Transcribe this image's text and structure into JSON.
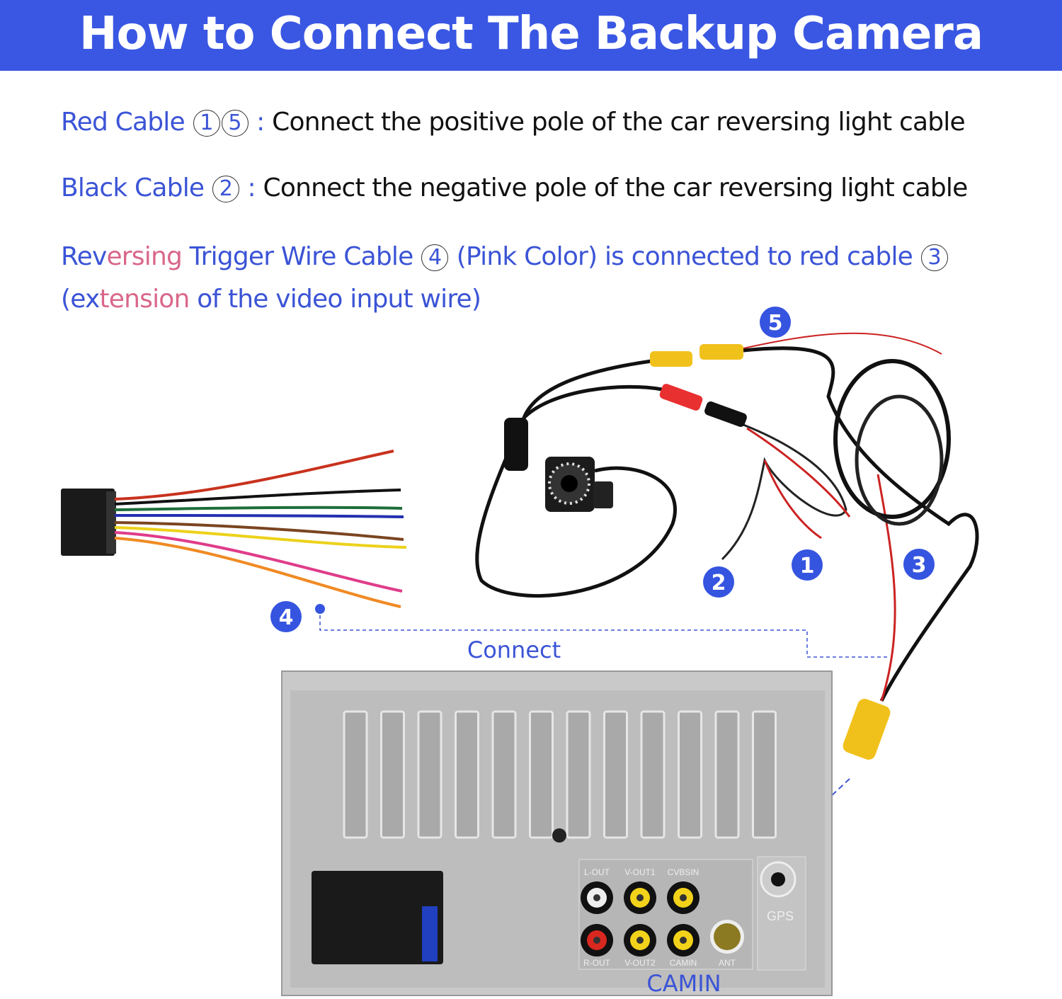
{
  "title": "How to Connect The Backup Camera",
  "instructions": {
    "red": {
      "label": "Red Cable",
      "nums": [
        "1",
        "5"
      ],
      "sep": " : ",
      "text": "Connect the positive pole of the car reversing light cable"
    },
    "black": {
      "label": "Black Cable",
      "nums": [
        "2"
      ],
      "sep": " : ",
      "text": "Connect the negative pole of the car reversing light cable"
    },
    "trigger": {
      "pre": "Rev",
      "pink1": "ersing",
      "mid": " Trigger Wire Cable",
      "num": "4",
      "rest": "(Pink Color) is connected to red cable",
      "num2": "3",
      "line2a": "(ex",
      "line2pink": "tension",
      "line2b": " of the video input wire)"
    }
  },
  "diagram": {
    "badges": [
      "1",
      "2",
      "3",
      "4",
      "5"
    ],
    "connect_label": "Connect",
    "camin_label": "CAMIN",
    "ports": {
      "top": [
        "L-OUT",
        "V-OUT1",
        "CVBSIN"
      ],
      "bottom": [
        "R-OUT",
        "V-OUT2",
        "CAMIN",
        "ANT"
      ],
      "gps": "GPS"
    }
  },
  "colors": {
    "accent": "#3a57e3",
    "badge": "#3554e0",
    "pink": "#d9678a"
  }
}
